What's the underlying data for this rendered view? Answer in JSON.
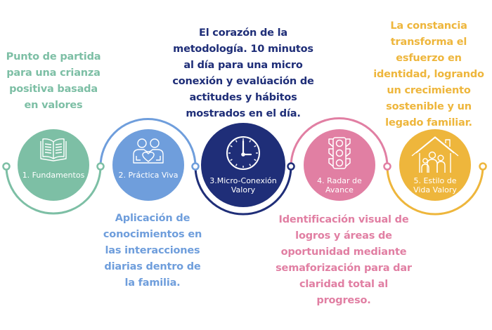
{
  "colors": {
    "green": "#7dbfa5",
    "blue": "#6f9edc",
    "navy": "#1f2e78",
    "pink": "#e17fa3",
    "yellow": "#eeb63c",
    "white": "#ffffff"
  },
  "steps": [
    {
      "number": 1,
      "title_lines": [
        "1. Fundamentos"
      ],
      "icon": "open-book-icon",
      "color": "#7dbfa5",
      "description_lines": [
        "Punto de partida",
        "para una crianza",
        "positiva  basada",
        "en valores"
      ]
    },
    {
      "number": 2,
      "title_lines": [
        "2. Práctica Viva"
      ],
      "icon": "two-people-heart-icon",
      "color": "#6f9edc",
      "description_lines": [
        "Aplicación de",
        "conocimientos en",
        "las interacciones",
        "diarias dentro de",
        "la familia."
      ]
    },
    {
      "number": 3,
      "title_lines": [
        "3.Micro-Conexión",
        "Valory"
      ],
      "icon": "clock-icon",
      "color": "#1f2e78",
      "description_lines": [
        "El corazón de la",
        "metodología.  10 minutos",
        "al día para una micro",
        "conexión y evalúación de",
        "actitudes y hábitos",
        "mostrados en el día."
      ]
    },
    {
      "number": 4,
      "title_lines": [
        "4. Radar de",
        "Avance"
      ],
      "icon": "traffic-light-icon",
      "color": "#e17fa3",
      "description_lines": [
        "Identificación visual de",
        "logros y áreas de",
        "oportunidad mediante",
        "semaforización para dar",
        "claridad total al",
        "progreso."
      ]
    },
    {
      "number": 5,
      "title_lines": [
        "5. Estilo de",
        "Vida Valory"
      ],
      "icon": "house-family-icon",
      "color": "#eeb63c",
      "description_lines": [
        "La constancia",
        "transforma el",
        "esfuerzo en",
        "identidad, logrando",
        "un crecimiento",
        "sostenible y un",
        "legado familiar."
      ]
    }
  ]
}
